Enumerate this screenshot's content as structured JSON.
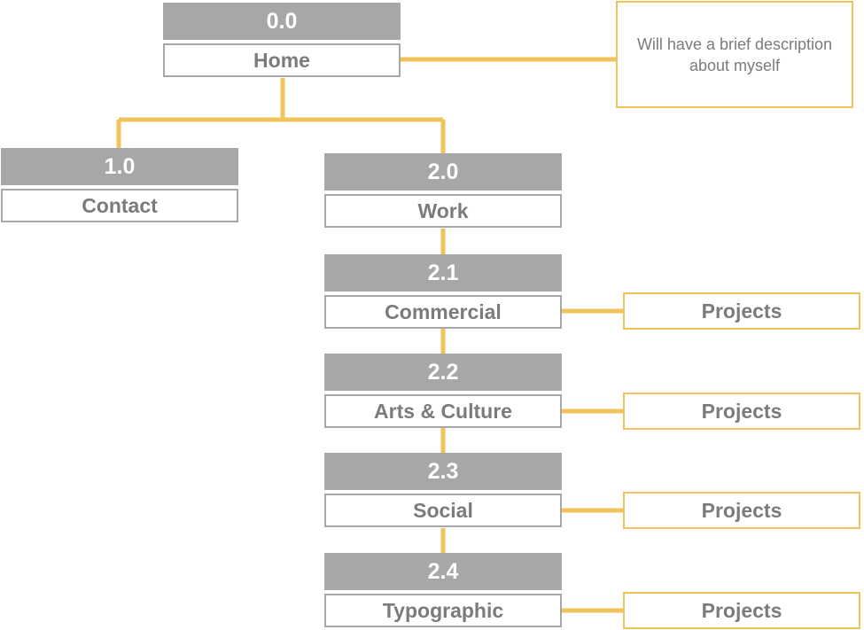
{
  "diagram": {
    "accent_color": "#f1c35b",
    "header_color": "#a7a7a9",
    "label_text_color": "#7b7b7b",
    "nodes": [
      {
        "number": "0.0",
        "label": "Home"
      },
      {
        "number": "1.0",
        "label": "Contact"
      },
      {
        "number": "2.0",
        "label": "Work"
      },
      {
        "number": "2.1",
        "label": "Commercial"
      },
      {
        "number": "2.2",
        "label": "Arts & Culture"
      },
      {
        "number": "2.3",
        "label": "Social"
      },
      {
        "number": "2.4",
        "label": "Typographic"
      }
    ],
    "home_description": "Will have a brief description about myself",
    "projects_label": "Projects"
  }
}
